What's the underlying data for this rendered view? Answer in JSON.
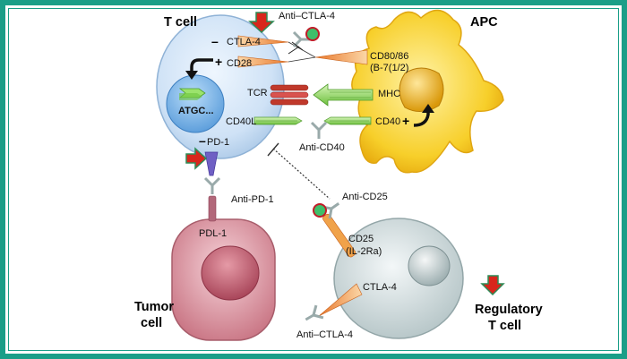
{
  "labels": {
    "t_cell": "T cell",
    "apc": "APC",
    "tumor_line1": "Tumor",
    "tumor_line2": "cell",
    "treg_line1": "Regulatory",
    "treg_line2": "T cell",
    "atgc": "ATGC...",
    "anti_ctla4_top": "Anti–CTLA-4",
    "ctla4": "CTLA-4",
    "cd28": "CD28",
    "cd80_86_line1": "CD80/86",
    "cd80_86_line2": "(B-7(1/2)",
    "tcr": "TCR",
    "mhc": "MHC",
    "cd40l": "CD40L",
    "cd40": "CD40",
    "anti_cd40": "Anti-CD40",
    "pd1": "PD-1",
    "anti_pd1": "Anti-PD-1",
    "pdl1": "PDL-1",
    "anti_cd25": "Anti-CD25",
    "cd25_line1": "CD25",
    "cd25_line2": "(IL-2Ra)",
    "ctla4_treg": "CTLA-4",
    "anti_ctla4_bottom": "Anti–CTLA-4"
  },
  "signs": {
    "ctla4_minus": "–",
    "cd28_plus": "+",
    "cd40_plus": "+",
    "pd1_minus": "–"
  },
  "colors": {
    "frame": "#1a9e88",
    "t_cell": "#cfe2f6",
    "apc": "#f5c518",
    "tumor": "#d98a98",
    "treg": "#c9d6d8",
    "down_arrow_red": "#d8261c",
    "down_arrow_green": "#2e8b57",
    "cone_orange": "#f08c3c",
    "tcr_red": "#c0392b",
    "mhc_green": "#8cd35a",
    "pd1_purple": "#6f5fc4"
  },
  "icons": [
    "down-arrow-icon",
    "right-arrow-icon",
    "curved-arrow-icon",
    "antibody-icon"
  ]
}
